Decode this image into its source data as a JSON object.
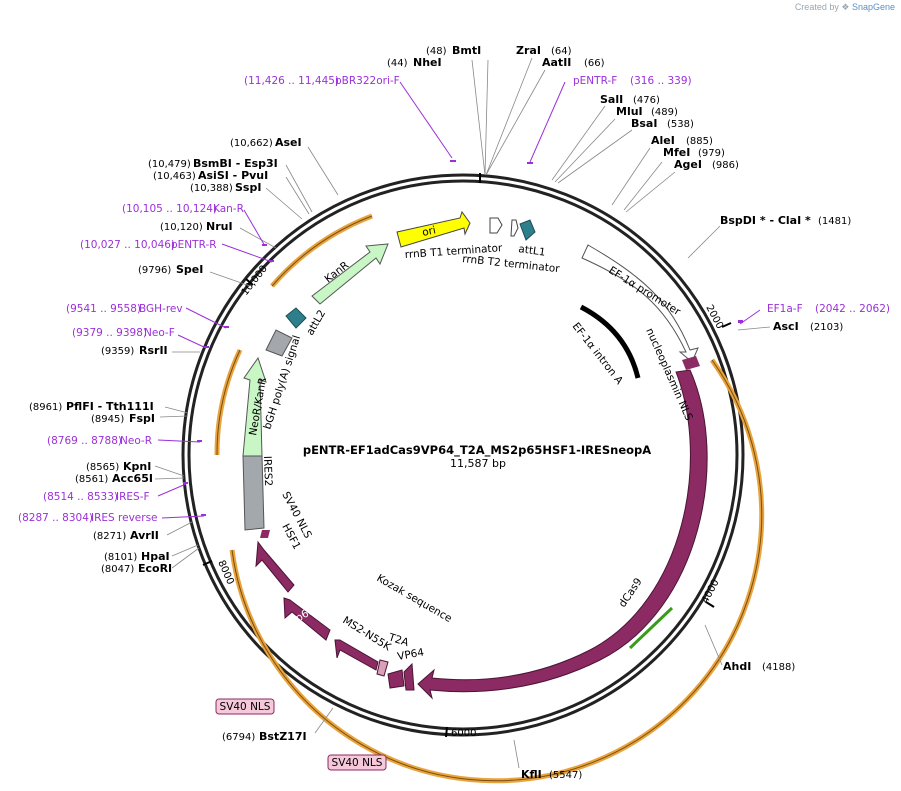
{
  "credit": {
    "prefix": "Created by",
    "brand": "SnapGene"
  },
  "title": "pENTR-EF1adCas9VP64_T2A_MS2p65HSF1-IRESneopA",
  "length_label": "11,587 bp",
  "colors": {
    "ring": "#222222",
    "primer": "#9b30d9",
    "cds": "#8b2a63",
    "marker": "#c8f7c5",
    "ori": "#ffff00",
    "attL": "#2e7f8c",
    "polyA": "#a3a8ad",
    "orange": "#e8a33c"
  },
  "ticks": [
    "2000",
    "4000",
    "6000",
    "8000",
    "10,000"
  ],
  "right_sites": [
    {
      "name": "BmtI",
      "pos": "(48)"
    },
    {
      "name": "NheI",
      "pos": "(44)"
    },
    {
      "name": "ZraI",
      "pos": "(64)"
    },
    {
      "name": "AatII",
      "pos": "(66)"
    },
    {
      "name": "SalI",
      "pos": "(476)"
    },
    {
      "name": "MluI",
      "pos": "(489)"
    },
    {
      "name": "BsaI",
      "pos": "(538)"
    },
    {
      "name": "AleI",
      "pos": "(885)"
    },
    {
      "name": "MfeI",
      "pos": "(979)"
    },
    {
      "name": "AgeI",
      "pos": "(986)"
    },
    {
      "name": "BspDI * - ClaI *",
      "pos": "(1481)"
    },
    {
      "name": "AscI",
      "pos": "(2103)"
    },
    {
      "name": "AhdI",
      "pos": "(4188)"
    },
    {
      "name": "KflI",
      "pos": "(5547)"
    },
    {
      "name": "BstZ17I",
      "pos": "(6794)"
    }
  ],
  "left_sites": [
    {
      "name": "AseI",
      "pos": "(10,662)"
    },
    {
      "name": "BsmBI   - Esp3I",
      "pos": "(10,479)"
    },
    {
      "name": "AsiSI   - PvuI",
      "pos": "(10,463)"
    },
    {
      "name": "SspI",
      "pos": "(10,388)"
    },
    {
      "name": "NruI",
      "pos": "(10,120)"
    },
    {
      "name": "SpeI",
      "pos": "(9796)"
    },
    {
      "name": "RsrII",
      "pos": "(9359)"
    },
    {
      "name": "PflFI   - Tth111I",
      "pos": "(8961)"
    },
    {
      "name": "FspI",
      "pos": "(8945)"
    },
    {
      "name": "KpnI",
      "pos": "(8565)"
    },
    {
      "name": "Acc65I",
      "pos": "(8561)"
    },
    {
      "name": "AvrII",
      "pos": "(8271)"
    },
    {
      "name": "HpaI",
      "pos": "(8101)"
    },
    {
      "name": "EcoRI",
      "pos": "(8047)"
    }
  ],
  "primers": [
    {
      "name": "pBR322ori-F",
      "range": "(11,426 .. 11,445)"
    },
    {
      "name": "pENTR-F",
      "range": "(316 .. 339)"
    },
    {
      "name": "Kan-R",
      "range": "(10,105 .. 10,124)"
    },
    {
      "name": "pENTR-R",
      "range": "(10,027 .. 10,046)"
    },
    {
      "name": "BGH-rev",
      "range": "(9541 .. 9558)"
    },
    {
      "name": "Neo-F",
      "range": "(9379 .. 9398)"
    },
    {
      "name": "Neo-R",
      "range": "(8769 .. 8788)"
    },
    {
      "name": "IRES-F",
      "range": "(8514 .. 8533)"
    },
    {
      "name": "IRES reverse",
      "range": "(8287 .. 8304)"
    },
    {
      "name": "EF1a-F",
      "range": "(2042 .. 2062)"
    }
  ],
  "features": {
    "ori": "ori",
    "rrnb_t1": "rrnB T1 terminator",
    "rrnb_t2": "rrnB T2 terminator",
    "attl1": "attL1",
    "ef1a_promoter": "EF-1α promoter",
    "ef1a_intron": "EF-1α intron A",
    "np_nls": "nucleoplasmin NLS",
    "dcas9": "dCas9",
    "kanr": "KanR",
    "attl2": "attL2",
    "bgh": "bGH poly(A) signal",
    "neokanr": "NeoR/KanR",
    "ires2": "IRES2",
    "sv40nls_label": "SV40 NLS",
    "hsf1": "HSF1",
    "p65": "p65",
    "ms2": "MS2-N55K",
    "kozak": "Kozak sequence",
    "t2a": "T2A",
    "vp64": "VP64"
  },
  "boxed_labels": [
    "SV40 NLS",
    "SV40 NLS"
  ]
}
